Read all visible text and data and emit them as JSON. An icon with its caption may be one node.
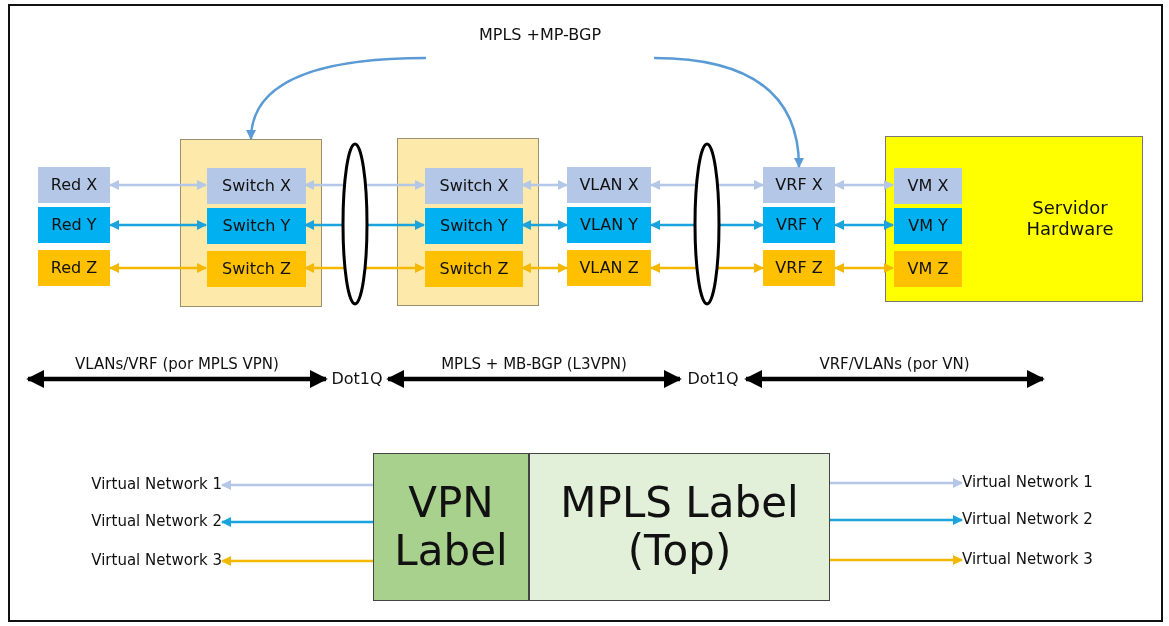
{
  "diagram": {
    "nodes": [
      {
        "text": [
          "MPLS +MP-BGP"
        ]
      },
      {
        "text": [
          "Red X"
        ]
      },
      {
        "text": [
          "Red Y"
        ]
      },
      {
        "text": [
          "Red Z"
        ]
      },
      {
        "text": [],
        "shape": "box"
      },
      {
        "text": [
          "Switch X"
        ],
        "in": 4
      },
      {
        "text": [
          "Switch Y"
        ],
        "in": 4
      },
      {
        "text": [
          "Switch Z"
        ],
        "in": 4
      },
      {
        "text": [],
        "shape": "box"
      },
      {
        "text": [
          "Switch X"
        ],
        "in": 8
      },
      {
        "text": [
          "Switch Y"
        ],
        "in": 8
      },
      {
        "text": [
          "Switch Z"
        ],
        "in": 8
      },
      {
        "text": [
          "VLAN X"
        ]
      },
      {
        "text": [
          "VLAN Y"
        ]
      },
      {
        "text": [
          "VLAN Z"
        ]
      },
      {
        "text": [
          "VRF X"
        ]
      },
      {
        "text": [
          "VRF Y"
        ]
      },
      {
        "text": [
          "VRF Z"
        ]
      },
      {
        "text": [
          "Servidor Hardware"
        ]
      },
      {
        "text": [
          "VM X"
        ],
        "in": 18
      },
      {
        "text": [
          "VM Y"
        ],
        "in": 18
      },
      {
        "text": [
          "VM Z"
        ],
        "in": 18
      },
      {
        "text": [
          "Dot1Q"
        ]
      },
      {
        "text": [
          "Dot1Q"
        ]
      },
      {
        "text": [
          "Virtual Network 1"
        ]
      },
      {
        "text": [
          "Virtual Network 2"
        ]
      },
      {
        "text": [
          "Virtual Network 3"
        ]
      },
      {
        "text": [
          "VPN Label"
        ]
      },
      {
        "text": [
          "MPLS Label (Top)"
        ]
      },
      {
        "text": [
          "Virtual Network 1"
        ]
      },
      {
        "text": [
          "Virtual Network 2"
        ]
      },
      {
        "text": [
          "Virtual Network 3"
        ]
      },
      {
        "text": [],
        "shape": "ellipse"
      },
      {
        "text": [],
        "shape": "ellipse"
      }
    ],
    "edges": [
      {
        "from": 0,
        "to": 4,
        "arrow": "to",
        "color": "#5b9bd5"
      },
      {
        "from": 0,
        "to": 15,
        "arrow": "to",
        "color": "#5b9bd5"
      },
      {
        "from": 1,
        "to": 5,
        "arrow": "both",
        "color": "#b4c7e7"
      },
      {
        "from": 32,
        "to": 5,
        "arrow": "to",
        "color": "#b4c7e7"
      },
      {
        "from": 32,
        "to": 9,
        "arrow": "to",
        "color": "#b4c7e7"
      },
      {
        "from": 9,
        "to": 12,
        "arrow": "both",
        "color": "#b4c7e7"
      },
      {
        "from": 33,
        "to": 12,
        "arrow": "to",
        "color": "#b4c7e7"
      },
      {
        "from": 33,
        "to": 15,
        "arrow": "to",
        "color": "#b4c7e7"
      },
      {
        "from": 15,
        "to": 19,
        "arrow": "both",
        "color": "#b4c7e7"
      },
      {
        "from": 2,
        "to": 6,
        "arrow": "both",
        "color": "#1aa3dc"
      },
      {
        "from": 32,
        "to": 6,
        "arrow": "to",
        "color": "#1aa3dc"
      },
      {
        "from": 32,
        "to": 10,
        "arrow": "to",
        "color": "#1aa3dc"
      },
      {
        "from": 10,
        "to": 13,
        "arrow": "both",
        "color": "#1aa3dc"
      },
      {
        "from": 33,
        "to": 13,
        "arrow": "to",
        "color": "#1aa3dc"
      },
      {
        "from": 33,
        "to": 16,
        "arrow": "to",
        "color": "#1aa3dc"
      },
      {
        "from": 16,
        "to": 20,
        "arrow": "both",
        "color": "#1aa3dc"
      },
      {
        "from": 3,
        "to": 7,
        "arrow": "both",
        "color": "#f5b800"
      },
      {
        "from": 32,
        "to": 7,
        "arrow": "to",
        "color": "#f5b800"
      },
      {
        "from": 32,
        "to": 11,
        "arrow": "to",
        "color": "#f5b800"
      },
      {
        "from": 11,
        "to": 14,
        "arrow": "both",
        "color": "#f5b800"
      },
      {
        "from": 33,
        "to": 14,
        "arrow": "to",
        "color": "#f5b800"
      },
      {
        "from": 33,
        "to": 17,
        "arrow": "to",
        "color": "#f5b800"
      },
      {
        "from": 17,
        "to": 21,
        "arrow": "both",
        "color": "#f5b800"
      },
      {
        "from": null,
        "to": 22,
        "arrow": "both",
        "label": "VLANs/VRF (por MPLS VPN)",
        "style": "thick",
        "color": "#000000"
      },
      {
        "from": 22,
        "to": 23,
        "arrow": "both",
        "label": "MPLS + MB-BGP (L3VPN)",
        "style": "thick",
        "color": "#000000"
      },
      {
        "from": 23,
        "to": null,
        "arrow": "both",
        "label": "VRF/VLANs (por VN)",
        "style": "thick",
        "color": "#000000"
      },
      {
        "from": 27,
        "to": 24,
        "arrow": "to",
        "color": "#b4c7e7"
      },
      {
        "from": 27,
        "to": 25,
        "arrow": "to",
        "color": "#1aa3dc"
      },
      {
        "from": 27,
        "to": 26,
        "arrow": "to",
        "color": "#f5b800"
      },
      {
        "from": 28,
        "to": 29,
        "arrow": "to",
        "color": "#b4c7e7"
      },
      {
        "from": 28,
        "to": 30,
        "arrow": "to",
        "color": "#1aa3dc"
      },
      {
        "from": 28,
        "to": 31,
        "arrow": "to",
        "color": "#f5b800"
      }
    ]
  }
}
